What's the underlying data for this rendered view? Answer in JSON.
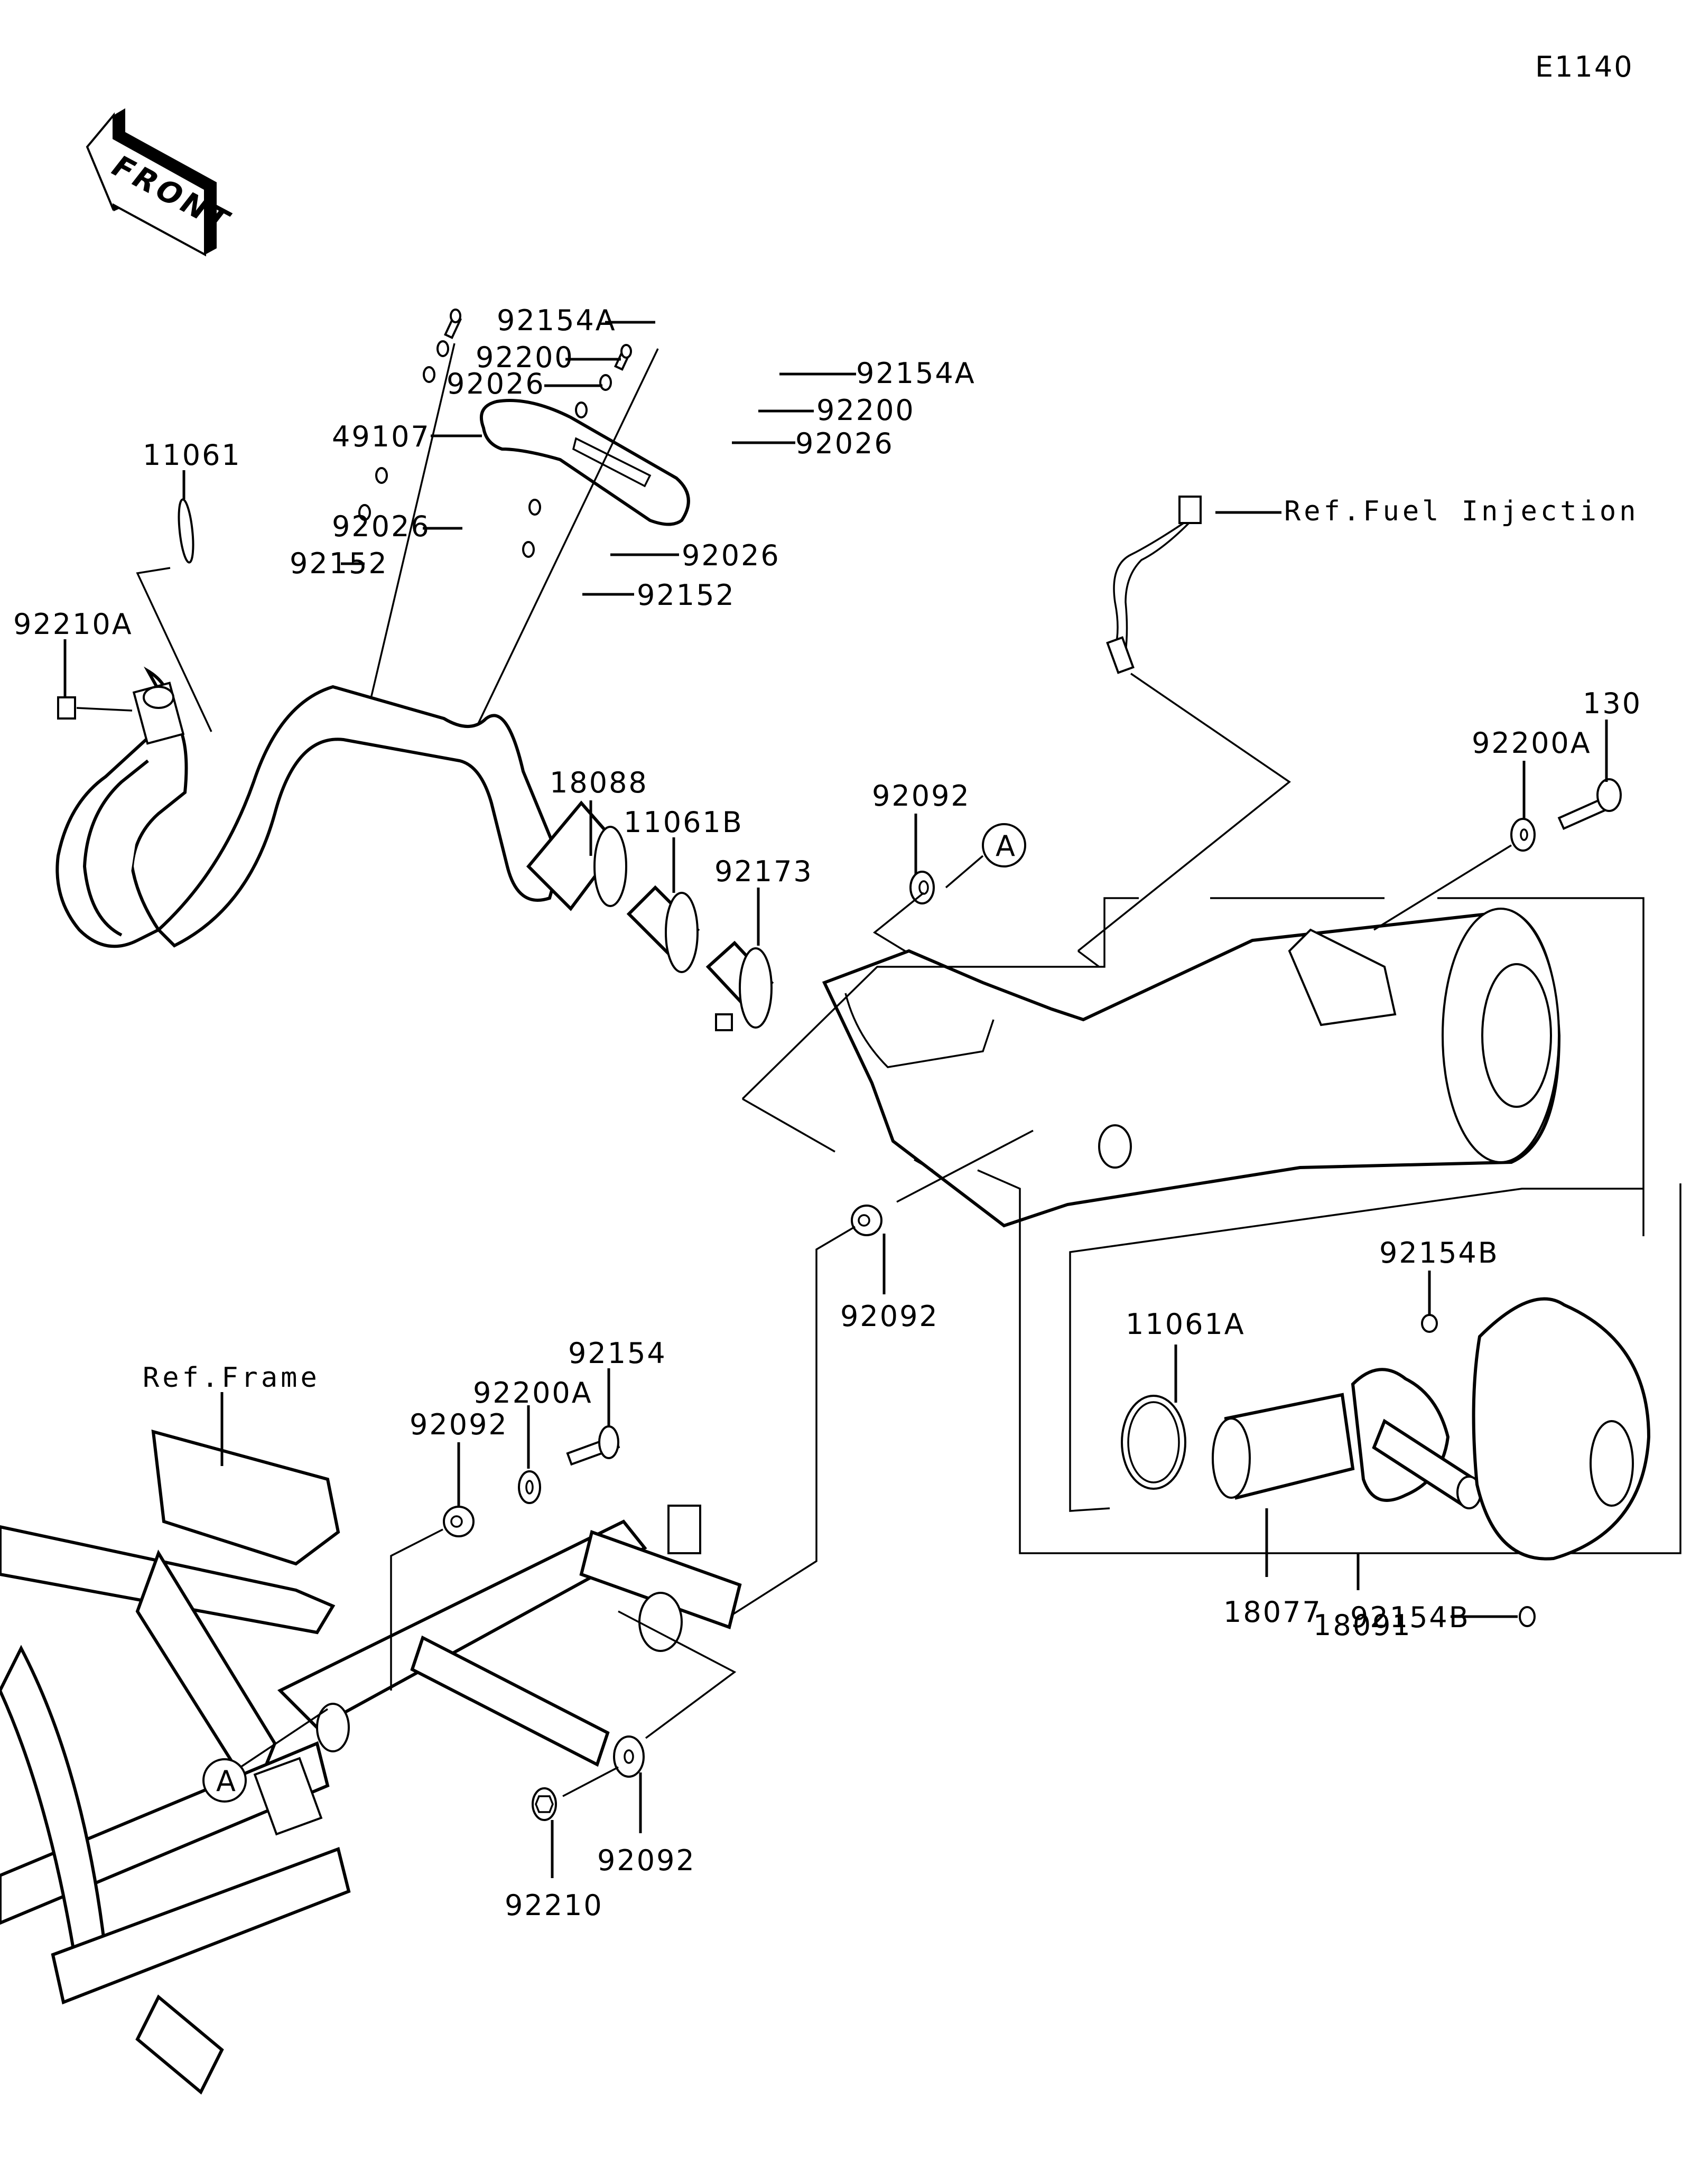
{
  "diagram_code": "E1140",
  "front_arrow_label": "FRONT",
  "references": {
    "fuel_injection": "Ref.Fuel Injection",
    "frame": "Ref.Frame"
  },
  "callout_markers": {
    "a_upper": "A",
    "a_lower": "A"
  },
  "labels": {
    "p92154A_left": "92154A",
    "p92200_left": "92200",
    "p92026_upper_left": "92026",
    "p49107": "49107",
    "p92026_lower_left": "92026",
    "p92152_left": "92152",
    "p92154A_right": "92154A",
    "p92200_right": "92200",
    "p92026_upper_right": "92026",
    "p92026_lower_right": "92026",
    "p92152_right": "92152",
    "p11061": "11061",
    "p92210A": "92210A",
    "p18088": "18088",
    "p11061B": "11061B",
    "p92173": "92173",
    "p92092_top": "92092",
    "p130": "130",
    "p92200A_right": "92200A",
    "p92092_mid": "92092",
    "p92154B_top": "92154B",
    "p11061A": "11061A",
    "p18077": "18077",
    "p92154B_bottom": "92154B",
    "p18091": "18091",
    "p92154": "92154",
    "p92200A_left": "92200A",
    "p92092_left": "92092",
    "p92092_bottom": "92092",
    "p92210": "92210"
  }
}
